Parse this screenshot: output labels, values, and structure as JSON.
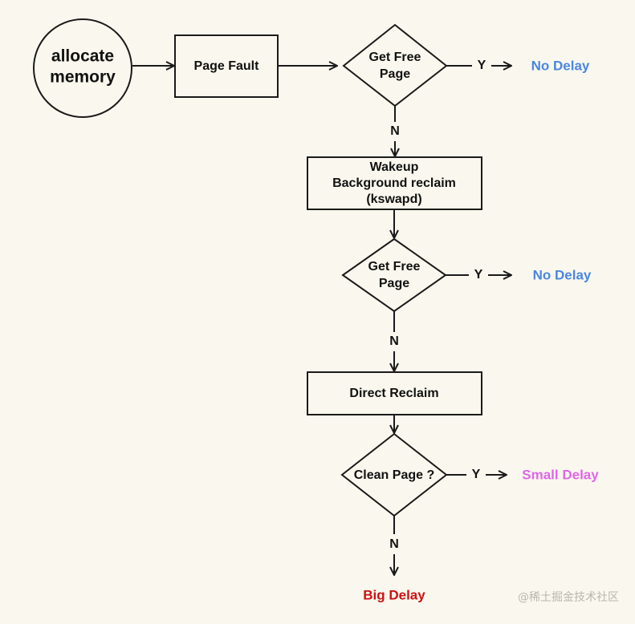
{
  "colors": {
    "background": "#faf8ee",
    "stroke": "#1a1a1a",
    "no_delay": "#4a86e0",
    "small_delay": "#e066e6",
    "big_delay": "#cc1111"
  },
  "nodes": {
    "start": {
      "line1": "allocate",
      "line2": "memory"
    },
    "page_fault": {
      "label": "Page Fault"
    },
    "decision1": {
      "line1": "Get Free",
      "line2": "Page"
    },
    "wakeup": {
      "line1": "Wakeup",
      "line2": "Background reclaim",
      "line3": "(kswapd)"
    },
    "decision2": {
      "line1": "Get Free",
      "line2": "Page"
    },
    "direct_reclaim": {
      "label": "Direct Reclaim"
    },
    "decision3": {
      "label": "Clean Page ?"
    }
  },
  "edge_labels": {
    "d1_yes": "Y",
    "d1_no": "N",
    "d2_yes": "Y",
    "d2_no": "N",
    "d3_yes": "Y",
    "d3_no": "N"
  },
  "outcomes": {
    "d1": "No Delay",
    "d2": "No Delay",
    "d3": "Small Delay",
    "final": "Big Delay"
  },
  "watermark": "@稀土掘金技术社区"
}
